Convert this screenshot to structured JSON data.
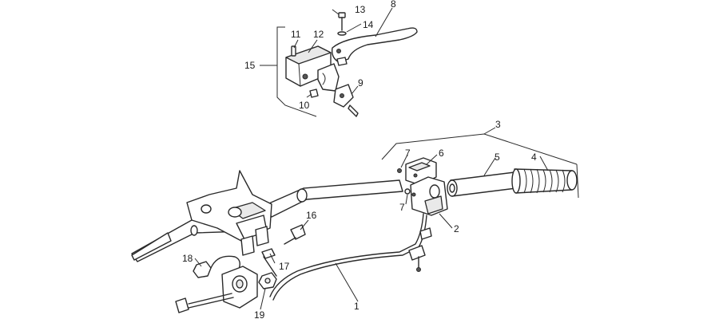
{
  "callouts": [
    {
      "id": "1",
      "text": "1"
    },
    {
      "id": "2",
      "text": "2"
    },
    {
      "id": "3",
      "text": "3"
    },
    {
      "id": "4",
      "text": "4"
    },
    {
      "id": "5",
      "text": "5"
    },
    {
      "id": "6",
      "text": "6"
    },
    {
      "id": "7a",
      "text": "7"
    },
    {
      "id": "7b",
      "text": "7"
    },
    {
      "id": "8",
      "text": "8"
    },
    {
      "id": "9",
      "text": "9"
    },
    {
      "id": "10",
      "text": "10"
    },
    {
      "id": "11",
      "text": "11"
    },
    {
      "id": "12",
      "text": "12"
    },
    {
      "id": "13",
      "text": "13"
    },
    {
      "id": "14",
      "text": "14"
    },
    {
      "id": "15",
      "text": "15"
    },
    {
      "id": "16",
      "text": "16"
    },
    {
      "id": "17",
      "text": "17"
    },
    {
      "id": "18",
      "text": "18"
    },
    {
      "id": "19",
      "text": "19"
    }
  ]
}
